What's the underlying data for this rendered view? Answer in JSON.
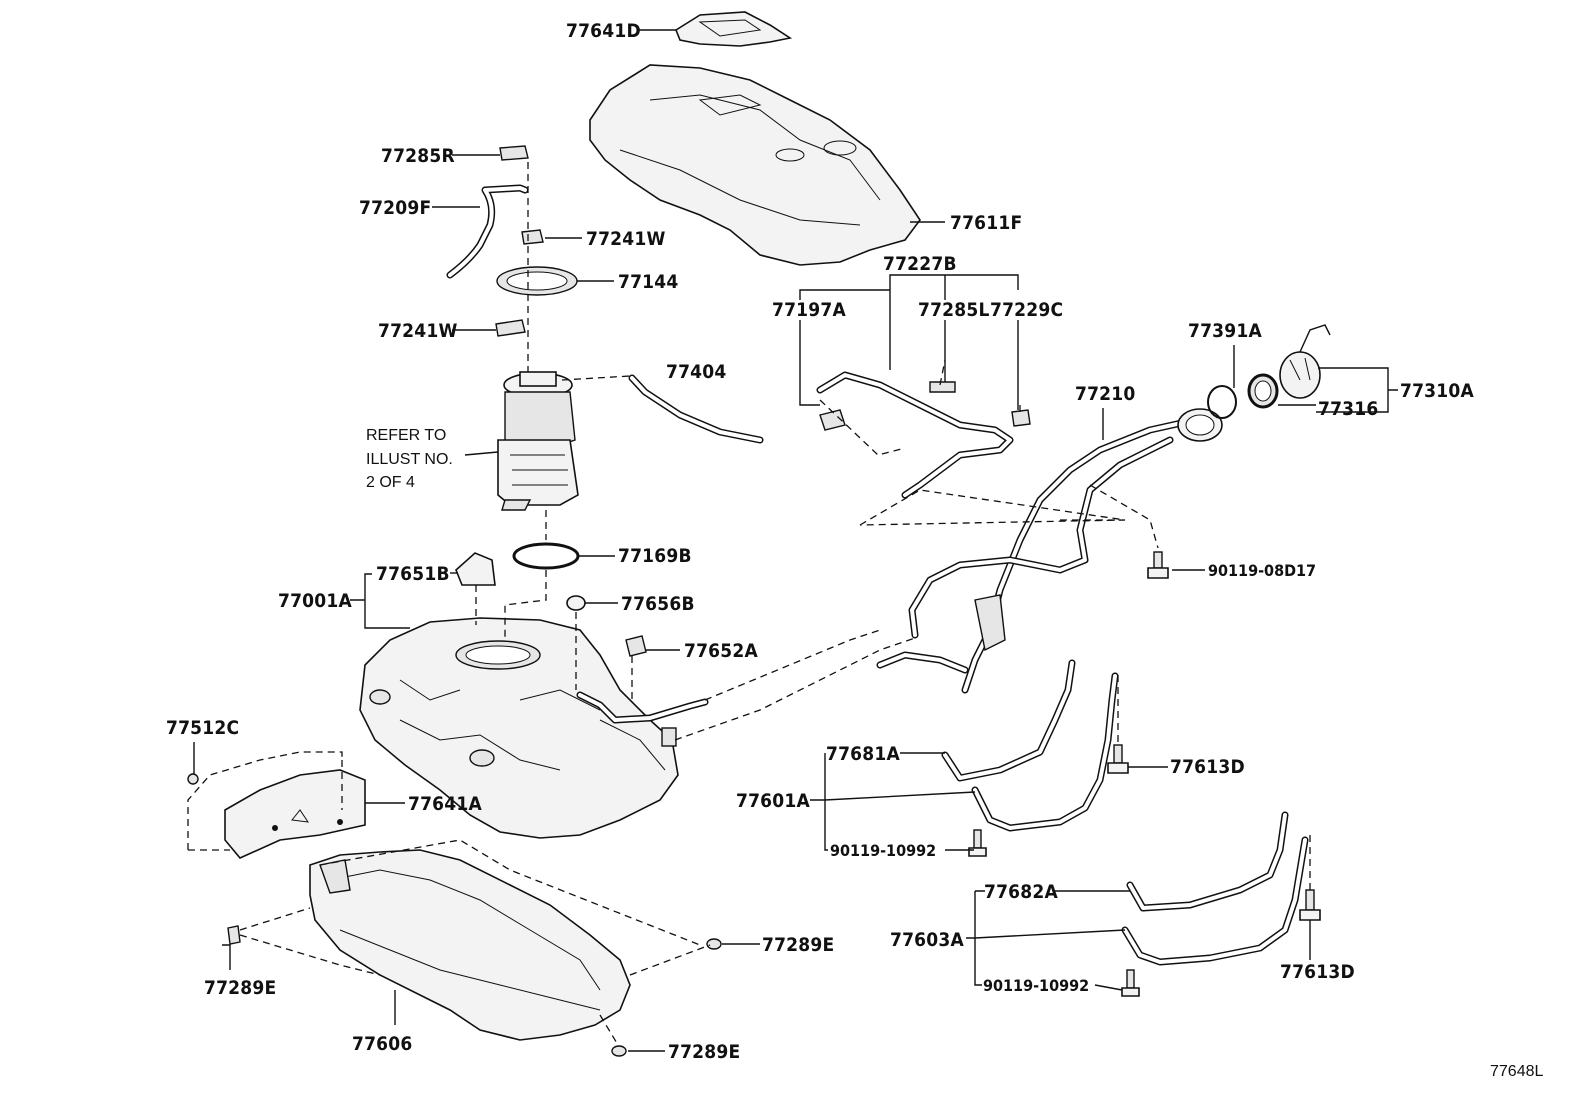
{
  "labels": {
    "l77641D": "77641D",
    "l77285R": "77285R",
    "l77209F": "77209F",
    "l77241W_a": "77241W",
    "l77144": "77144",
    "l77241W_b": "77241W",
    "l77611F": "77611F",
    "l77227B": "77227B",
    "l77197A": "77197A",
    "l77285L": "77285L",
    "l77229C": "77229C",
    "l77404": "77404",
    "l77391A": "77391A",
    "l77310A": "77310A",
    "l77316": "77316",
    "l77210": "77210",
    "l90119_08D17": "90119-08D17",
    "l77169B": "77169B",
    "l77651B": "77651B",
    "l77001A": "77001A",
    "l77656B": "77656B",
    "l77652A": "77652A",
    "l77512C": "77512C",
    "l77641A": "77641A",
    "l77681A": "77681A",
    "l77601A": "77601A",
    "l77613D_a": "77613D",
    "l90119_10992_a": "90119-10992",
    "l77682A": "77682A",
    "l77603A": "77603A",
    "l77613D_b": "77613D",
    "l90119_10992_b": "90119-10992",
    "l77289E_a": "77289E",
    "l77289E_b": "77289E",
    "l77289E_c": "77289E",
    "l77606": "77606",
    "illust_id": "77648L"
  },
  "refer_note": {
    "line1": "REFER TO",
    "line2": "ILLUST NO.",
    "line3": "2 OF 4"
  }
}
